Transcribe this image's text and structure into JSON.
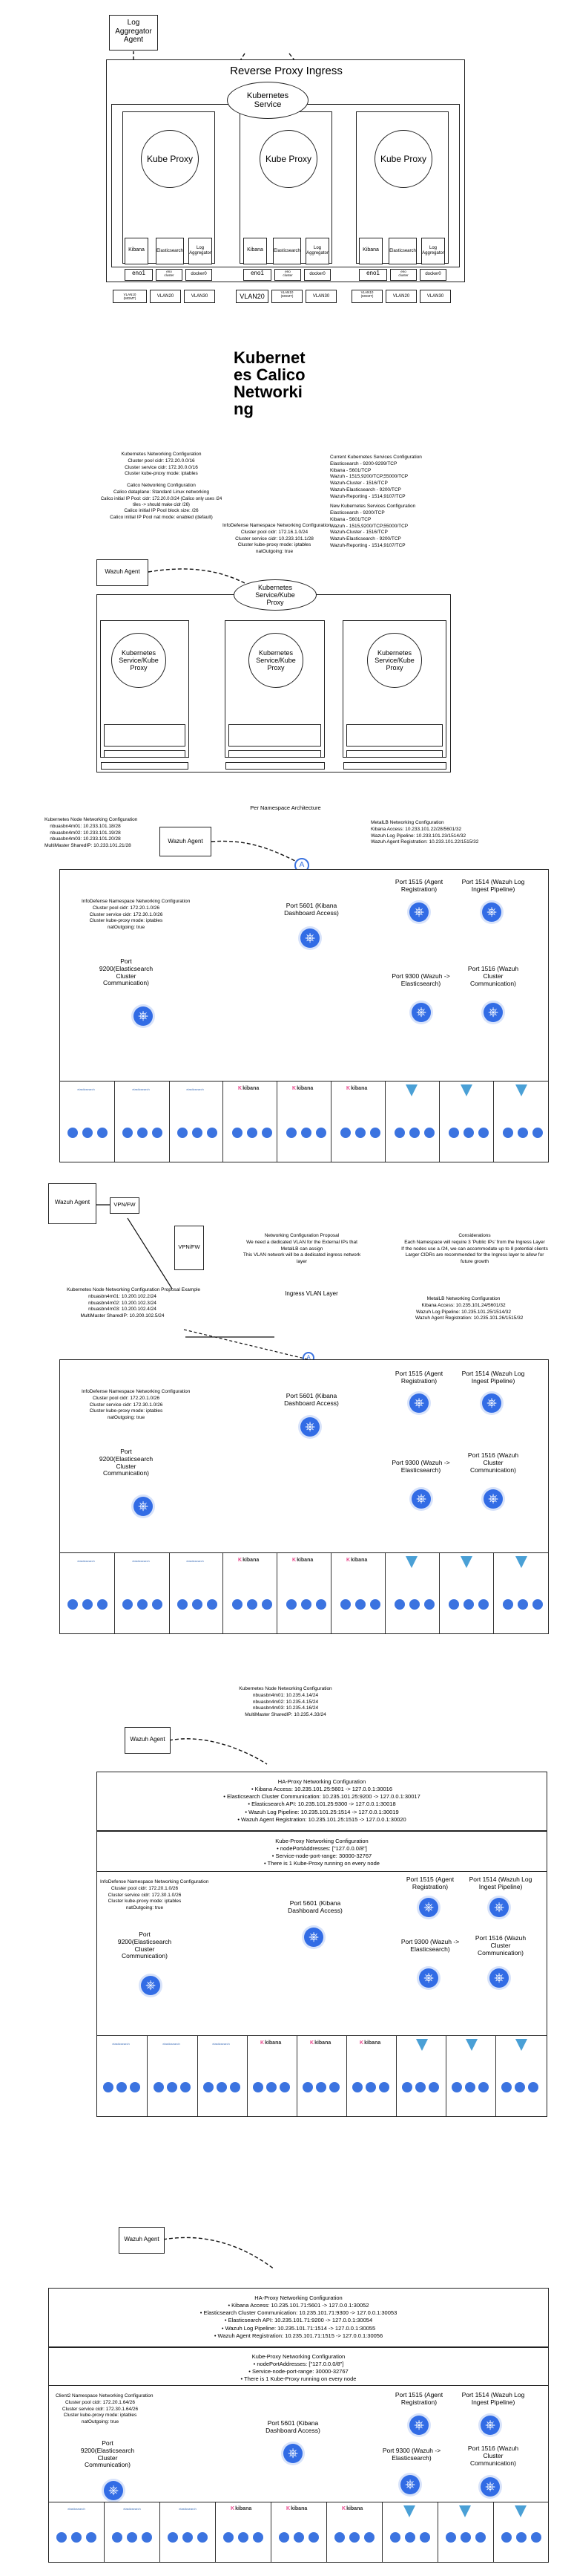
{
  "diagram1": {
    "log_agent": "Log\nAggregator\nAgent",
    "ingress": "Reverse Proxy Ingress",
    "service": "Kubernetes\nService",
    "proxy": "Kube Proxy",
    "pods": [
      "Kibana",
      "Elasticsearch",
      "Log\nAggregator"
    ],
    "nics": [
      "eno1",
      "eno\ncluster",
      "docker0"
    ],
    "vlans": [
      "VLAN10\n(MGMT)",
      "VLAN20",
      "VLAN30"
    ]
  },
  "diagram2": {
    "title": "Kubernet\nes Calico\nNetworki\nng",
    "left_notes": {
      "heading1": "Kubernetes Networking Configuration",
      "items1": [
        "Cluster pool cidr: 172.20.0.0/16",
        "Cluster service cidr: 172.30.0.0/16",
        "Cluster kube-proxy mode: iptables"
      ],
      "heading2": "Calico Networking Configuration",
      "items2": [
        "Calico dataplane: Standard Linux networking",
        "Calico initial IP Pool: cidr: 172.20.0.0/24 (Calico only uses /24 tiles -> should make cidr /26)",
        "Calico initial IP Pool block size: /26",
        "Calico initial IP Pool nat mode: enabled (default)"
      ]
    },
    "mid_notes": {
      "heading": "InfoDefense Namespace Networking Configuration",
      "items": [
        "Cluster pool cidr: 172.16.1.0/24",
        "Cluster service cidr: 10.233.101.1/28",
        "Cluster kube-proxy mode: iptables",
        "natOutgoing: true"
      ]
    },
    "right_notes": {
      "heading1": "Current Kubernetes Services Configuration",
      "items1": [
        "Elasticsearch - 9200-9299/TCP",
        "Kibana - 5601/TCP",
        "Wazuh - 1515,9200/TCP,55000/TCP",
        "Wazuh-Cluster - 1516/TCP",
        "Wazuh-Elasticsearch - 9200/TCP",
        "Wazuh-Reporting - 1514,9107/TCP"
      ],
      "heading2": "New Kubernetes Services Configuration",
      "items2": [
        "Elasticsearch - 9200/TCP",
        "Kibana - 5601/TCP",
        "Wazuh - 1515,9200/TCP,55000/TCP",
        "Wazuh-Cluster - 1516/TCP",
        "Wazuh-Elasticsearch - 9200/TCP",
        "Wazuh-Reporting - 1514,9107/TCP"
      ]
    },
    "agent": "Wazuh Agent",
    "service": "Kubernetes\nService/Kube\nProxy",
    "proxy": "Kubernetes\nService/Kube\nProxy"
  },
  "diagram3": {
    "title": "Per Namespace Architecture",
    "node_notes": {
      "heading": "Kubernetes Node Networking Configuration",
      "items": [
        "nbuasbn4m01: 10.233.101.18/28",
        "nbuasbn4m02: 10.233.101.19/28",
        "nbuasbn4m03: 10.233.101.20/28",
        "MultiMaster SharedIP: 10.233.101.21/28"
      ]
    },
    "agent": "Wazuh Agent",
    "metal_notes": {
      "heading": "MetalLB Networking Configuration",
      "items": [
        "Kibana Access: 10.233.101.22/28/5601/32",
        "Wazuh Log Pipeline: 10.233.101.23/1514/32",
        "Wazuh Agent Registration: 10.233.101.22/1515/32"
      ]
    },
    "ns_notes": {
      "heading": "InfoDefense Namespace Networking Configuration",
      "items": [
        "Cluster pool cidr: 172.20.1.0/26",
        "Cluster service cidr: 172.30.1.0/26",
        "Cluster kube-proxy mode: iptables",
        "natOutgoing: true"
      ]
    },
    "ports": {
      "kibana": "Port 5601 (Kibana\nDashboard Access)",
      "agent_reg": "Port 1515 (Agent\nRegistration)",
      "log_ingest": "Port 1514 (Wazuh Log\nIngest Pipeline)",
      "es": "Port\n9200(Elasticsearch\nCluster\nCommunication)",
      "wazuh_es": "Port 9300 (Wazuh ->\nElasticsearch)",
      "wazuh_cluster": "Port 1516 (Wazuh\nCluster\nCommunication)"
    },
    "bottom": [
      "elasticsearch",
      "elasticsearch",
      "elasticsearch",
      "kibana",
      "kibana",
      "kibana",
      "wazuh",
      "wazuh",
      "wazuh"
    ]
  },
  "diagram4": {
    "agent": "Wazuh Agent",
    "vpn": "VPN/FW",
    "proposal_heading": "Networking Configuration Proposal",
    "proposal_items": [
      "We need a dedicated VLAN for the External IPs that MetalLB can assign",
      "This VLAN network will be a dedicated ingress network layer"
    ],
    "consider_heading": "Considerations",
    "consider_items": [
      "Each Namespace will require 3 'Public IPs' from the Ingress Layer",
      "If the nodes use a /24, we can accommodate up to 8 potential clients",
      "Larger CIDRs are recommended for the Ingress layer to allow for future growth"
    ],
    "node_notes": {
      "heading": "Kubernetes Node Networking Configuration Proposal Example",
      "items": [
        "nbuasbn4m01: 10.200.102.2/24",
        "nbuasbn4m02: 10.200.102.3/24",
        "nbuasbn4m03: 10.200.102.4/24",
        "MultiMaster SharedIP: 10.200.102.5/24"
      ]
    },
    "ingress": "Ingress VLAN Layer",
    "metal_notes": {
      "heading": "MetalLB Networking Configuration",
      "items": [
        "Kibana Access: 10.235.101.24/5601/32",
        "Wazuh Log Pipeline: 10.235.101.25/1514/32",
        "Wazuh Agent Registration: 10.235.101.26/1515/32"
      ]
    },
    "ns_notes": {
      "heading": "InfoDefense Namespace Networking Configuration",
      "items": [
        "Cluster pool cidr: 172.20.1.0/26",
        "Cluster service cidr: 172.30.1.0/26",
        "Cluster kube-proxy mode: iptables",
        "natOutgoing: true"
      ]
    }
  },
  "diagram5": {
    "node_notes": {
      "heading": "Kubernetes Node Networking Configuration",
      "items": [
        "nbuasbn4m01: 10.235.4.14/24",
        "nbuasbn4m02: 10.235.4.15/24",
        "nbuasbn4m03: 10.235.4.16/24",
        "MultiMaster SharedIP: 10.235.4.33/24"
      ]
    },
    "agent": "Wazuh Agent",
    "haproxy_heading": "HA-Proxy Networking Configuration",
    "haproxy_items": [
      "Kibana Access: 10.235.101.25:5601 -> 127.0.0.1:30016",
      "Elasticsearch Cluster Communication: 10.235.101.25:9200 -> 127.0.0.1:30017",
      "Elasticsearch API: 10.235.101.25:9300 -> 127.0.0.1:30018",
      "Wazuh Log Pipeline: 10.235.101.25:1514 -> 127.0.0.1:30019",
      "Wazuh Agent Registration: 10.235.101.25:1515 -> 127.0.0.1:30020"
    ],
    "kubeproxy_heading": "Kube-Proxy Networking Configuration",
    "kubeproxy_items": [
      "nodePortAddresses: [\"127.0.0.0/8\"]",
      "Service-node-port-range: 30000-32767",
      "There is 1 Kube-Proxy running on every node"
    ],
    "ns_notes": {
      "heading": "InfoDefense Namespace Networking Configuration",
      "items": [
        "Cluster pool cidr: 172.20.1.0/26",
        "Cluster service cidr: 172.30.1.0/26",
        "Cluster kube-proxy mode: iptables",
        "natOutgoing: true"
      ]
    }
  },
  "diagram6": {
    "agent": "Wazuh Agent",
    "haproxy_heading": "HA-Proxy Networking Configuration",
    "haproxy_items": [
      "Kibana Access: 10.235.101.71:5601 -> 127.0.0.1:30052",
      "Elasticsearch Cluster Communication: 10.235.101.71:9300 -> 127.0.0.1:30053",
      "Elasticsearch API: 10.235.101.71:9200 -> 127.0.0.1:30054",
      "Wazuh Log Pipeline: 10.235.101.71:1514 -> 127.0.0.1:30055",
      "Wazuh Agent Registration: 10.235.101.71:1515 -> 127.0.0.1:30056"
    ],
    "kubeproxy_heading": "Kube-Proxy Networking Configuration",
    "kubeproxy_items": [
      "nodePortAddresses: [\"127.0.0.0/8\"]",
      "Service-node-port-range: 30000-32767",
      "There is 1 Kube-Proxy running on every node"
    ],
    "ns_notes": {
      "heading": "Client2 Namespace Networking Configuration",
      "items": [
        "Cluster pool cidr: 172.20.1.64/26",
        "Cluster service cidr: 172.30.1.64/26",
        "Cluster kube-proxy mode: iptables",
        "natOutgoing: true"
      ]
    }
  }
}
